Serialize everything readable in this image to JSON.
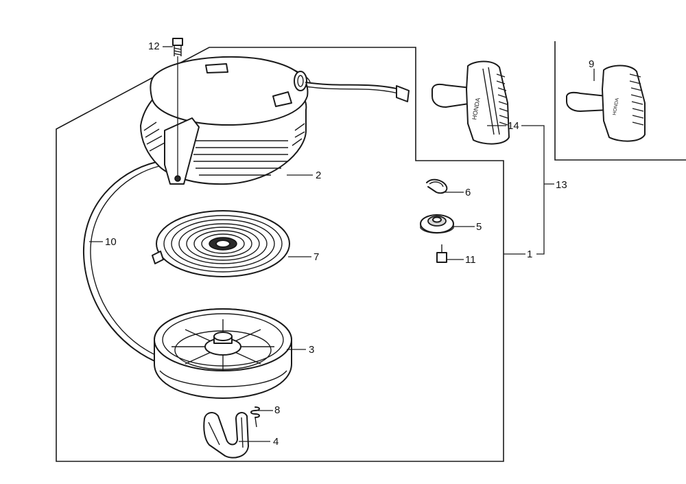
{
  "parts": {
    "p1": "1",
    "p2": "2",
    "p3": "3",
    "p4": "4",
    "p5": "5",
    "p6": "6",
    "p7": "7",
    "p8": "8",
    "p9": "9",
    "p10": "10",
    "p11": "11",
    "p12": "12",
    "p13": "13",
    "p14": "14"
  },
  "handle_text": {
    "main": "HONDA",
    "alt": "HONDA"
  }
}
